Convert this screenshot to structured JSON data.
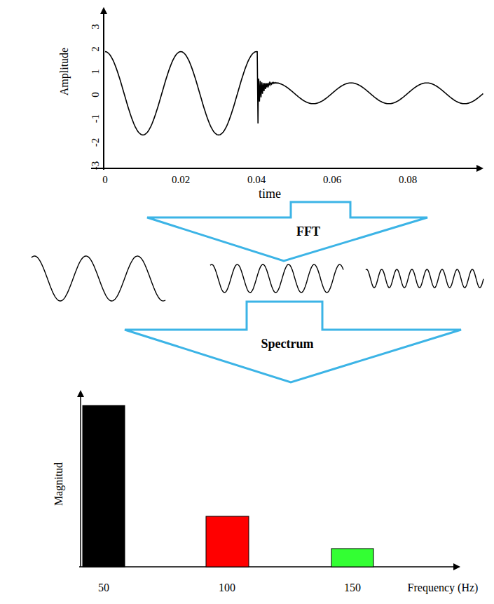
{
  "diagram": {
    "nodes": [
      {
        "text": [
          "FFT"
        ]
      },
      {
        "text": [
          "Spectrum"
        ]
      }
    ],
    "labels": [
      "3",
      "2",
      "1",
      "0",
      "-1",
      "-2",
      "-3",
      "Amplitude",
      "0",
      "0.02",
      "0.04",
      "0.06",
      "0.08",
      "time",
      "Magnitud",
      "50",
      "100",
      "150",
      "Frequency (Hz)"
    ]
  }
}
